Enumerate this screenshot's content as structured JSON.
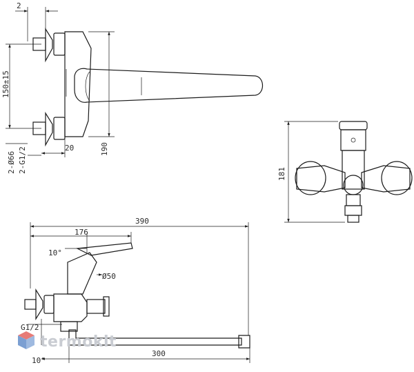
{
  "dimensions": {
    "top_left": "2",
    "spacing": "150±15",
    "nut_diameter": "2-Ø66",
    "thread": "2-G1/2",
    "offset_20": "20",
    "depth_190": "190",
    "height_181": "181",
    "total_390": "390",
    "lever_176": "176",
    "lever_angle": "10°",
    "cartridge": "Ø50",
    "inlet_thread": "G1/2",
    "spout_angle": "10°",
    "spout_300": "300"
  },
  "watermark": {
    "text": "termoklt"
  },
  "colors": {
    "line": "#1a1a1a",
    "watermark": "#c9ccd2",
    "logo_red": "#e0504a",
    "logo_blue": "#4f7fc4"
  }
}
